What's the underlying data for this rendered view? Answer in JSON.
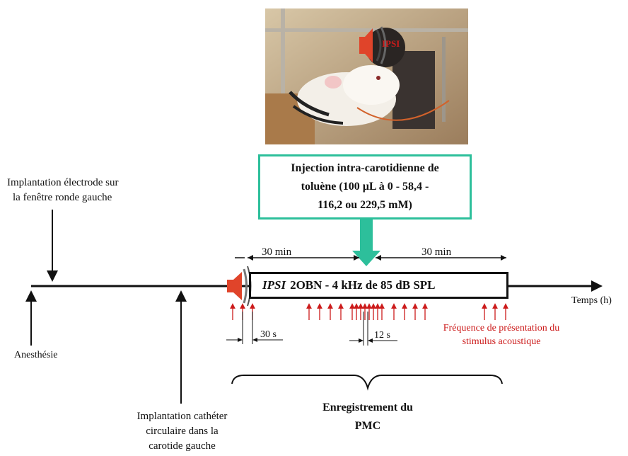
{
  "photo": {
    "speaker_tag": "IPSI",
    "colors": {
      "wall": "#cdb89a",
      "wood": "#a97a4a",
      "speaker": "#e0442a",
      "dark": "#2a2523",
      "rat": "#f3efe8"
    }
  },
  "injection": {
    "lines": [
      "Injection intra-carotidienne de",
      "toluène (100 µL à 0 - 58,4 -",
      "116,2 ou 229,5 mM)"
    ]
  },
  "timeline": {
    "axis_label": "Temps (h)",
    "events": {
      "anesthesia": "Anesthésie",
      "electrode": [
        "Implantation électrode sur",
        "la fenêtre ronde gauche"
      ],
      "catheter": [
        "Implantation cathéter",
        "circulaire dans la",
        "carotide gauche"
      ]
    },
    "duration_left": "30 min",
    "duration_right": "30 min",
    "stimulus": {
      "ipsi": "IPSI",
      "text": "2OBN - 4 kHz de  85 dB SPL"
    },
    "interval_a": "30 s",
    "interval_b": "12 s",
    "frequency_note": [
      "Fréquence de présentation du",
      "stimulus acoustique"
    ],
    "recording": [
      "Enregistrement du",
      "PMC"
    ]
  },
  "colors": {
    "accent": "#2dbf9b",
    "red": "#cc1b1b",
    "black": "#111111"
  }
}
